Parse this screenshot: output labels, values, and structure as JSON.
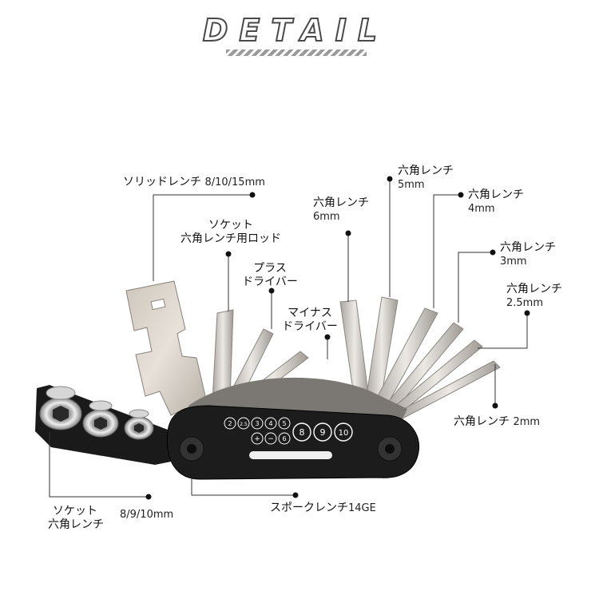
{
  "header": {
    "title": "DETAIL"
  },
  "labels": {
    "solid_wrench": {
      "name": "ソリッドレンチ",
      "size": "8/10/15mm"
    },
    "socket_rod": {
      "line1": "ソケット",
      "line2": "六角レンチ用ロッド"
    },
    "plus_driver": {
      "line1": "プラス",
      "line2": "ドライバー"
    },
    "minus_driver": {
      "line1": "マイナス",
      "line2": "ドライバー"
    },
    "hex_6": {
      "name": "六角レンチ",
      "size": "6mm"
    },
    "hex_5": {
      "name": "六角レンチ",
      "size": "5mm"
    },
    "hex_4": {
      "name": "六角レンチ",
      "size": "4mm"
    },
    "hex_3": {
      "name": "六角レンチ",
      "size": "3mm"
    },
    "hex_25": {
      "name": "六角レンチ",
      "size": "2.5mm"
    },
    "hex_2": {
      "name": "六角レンチ",
      "size": "2mm"
    },
    "socket_hex": {
      "line1": "ソケット",
      "line2": "六角レンチ",
      "size": "8/9/10mm"
    },
    "spoke_wrench": {
      "name": "スポークレンチ",
      "size": "14GE"
    }
  },
  "handle_marks": [
    "2",
    "2.5",
    "3",
    "4",
    "5",
    "+",
    "−",
    "6",
    "8",
    "9",
    "10"
  ],
  "colors": {
    "line": "#333333",
    "metal": "#d8d4cf",
    "body": "#1c1c1c"
  }
}
